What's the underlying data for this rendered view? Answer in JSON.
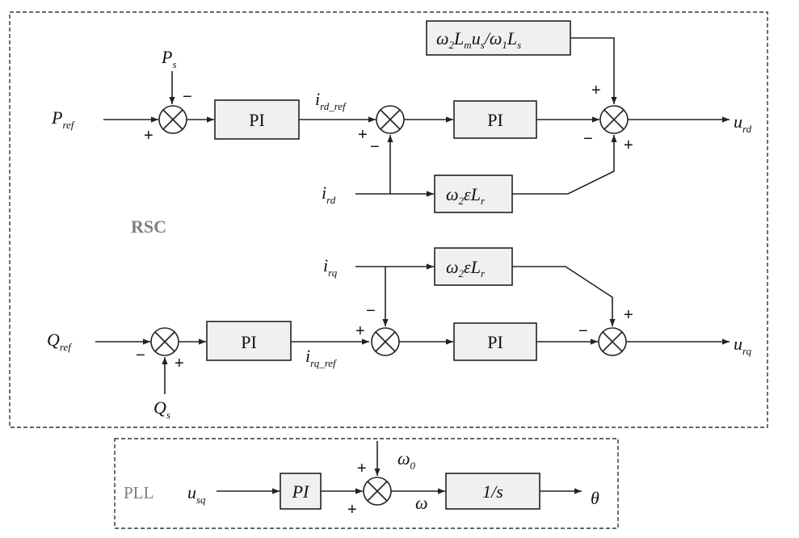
{
  "sections": {
    "rsc_label": "RSC",
    "pll_label": "PLL"
  },
  "colors": {
    "block_fill": "#f0f0f0",
    "line": "#222222",
    "section_label": "#808080"
  },
  "blocks": {
    "pi_label": "PI",
    "pll_pi_label": "PI",
    "integrator_label": "1/s",
    "d_feedforward": {
      "w": "ω",
      "w_sub": "2",
      "L": "L",
      "L_sub": "m",
      "u": "u",
      "u_sub": "s",
      "slash": "/",
      "w1": "ω",
      "w1_sub": "1",
      "Ls": "L",
      "Ls_sub": "s"
    },
    "coupling_term": {
      "w": "ω",
      "w_sub": "2",
      "eps": "ε",
      "L": "L",
      "L_sub": "r"
    }
  },
  "signals": {
    "P_ref": {
      "main": "P",
      "sub": "ref"
    },
    "P_s": {
      "main": "P",
      "sub": "s"
    },
    "i_rd_ref": {
      "main": "i",
      "sub": "rd_ref"
    },
    "i_rd": {
      "main": "i",
      "sub": "rd"
    },
    "u_rd": {
      "main": "u",
      "sub": "rd"
    },
    "Q_ref": {
      "main": "Q",
      "sub": "ref"
    },
    "Q_s": {
      "main": "Q",
      "sub": "s"
    },
    "i_rq_ref": {
      "main": "i",
      "sub": "rq_ref"
    },
    "i_rq": {
      "main": "i",
      "sub": "rq"
    },
    "u_rq": {
      "main": "u",
      "sub": "rq"
    },
    "u_sq": {
      "main": "u",
      "sub": "sq"
    },
    "omega0": {
      "main": "ω",
      "sub": "0"
    },
    "omega": {
      "main": "ω"
    },
    "theta": {
      "main": "θ"
    }
  },
  "signs": {
    "plus": "+",
    "minus": "−"
  }
}
